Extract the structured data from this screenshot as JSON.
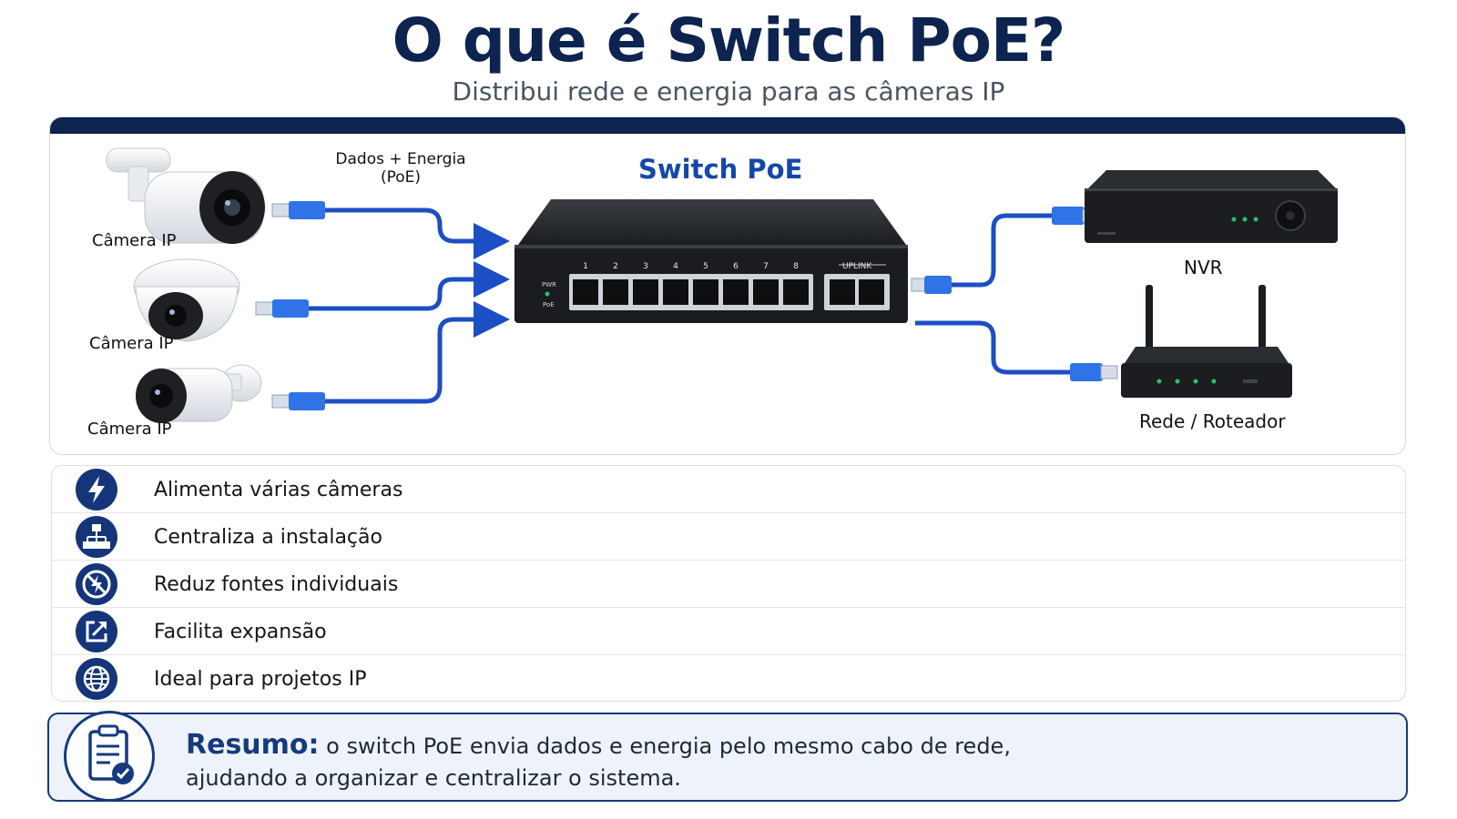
{
  "header": {
    "title": "O que é Switch PoE?",
    "subtitle": "Distribui rede e energia para as câmeras IP"
  },
  "diagram": {
    "cable_label": "Dados + Energia",
    "cable_label_sub": "(PoE)",
    "switch_title": "Switch PoE",
    "cameras": [
      {
        "label": "Câmera IP"
      },
      {
        "label": "Câmera IP"
      },
      {
        "label": "Câmera IP"
      }
    ],
    "switch_ports": [
      "1",
      "2",
      "3",
      "4",
      "5",
      "6",
      "7",
      "8"
    ],
    "switch_pwr": "PWR",
    "switch_poe": "PoE",
    "switch_uplink": "UPLINK",
    "nvr_label": "NVR",
    "router_label": "Rede / Roteador"
  },
  "features": [
    {
      "icon": "lightning-icon",
      "text": "Alimenta várias câmeras"
    },
    {
      "icon": "network-hierarchy-icon",
      "text": "Centraliza a instalação"
    },
    {
      "icon": "no-power-supply-icon",
      "text": "Reduz fontes individuais"
    },
    {
      "icon": "expand-icon",
      "text": "Facilita expansão"
    },
    {
      "icon": "globe-icon",
      "text": "Ideal para projetos IP"
    }
  ],
  "summary": {
    "icon": "clipboard-check-icon",
    "key": "Resumo:",
    "text1": "o switch PoE envia dados e energia pelo mesmo cabo de rede,",
    "text2": "ajudando a organizar e centralizar o sistema."
  },
  "colors": {
    "navy": "#0d2350",
    "accent_blue": "#1448a8",
    "cable_blue": "#1c4fc4",
    "connector_blue": "#2f73e6"
  }
}
